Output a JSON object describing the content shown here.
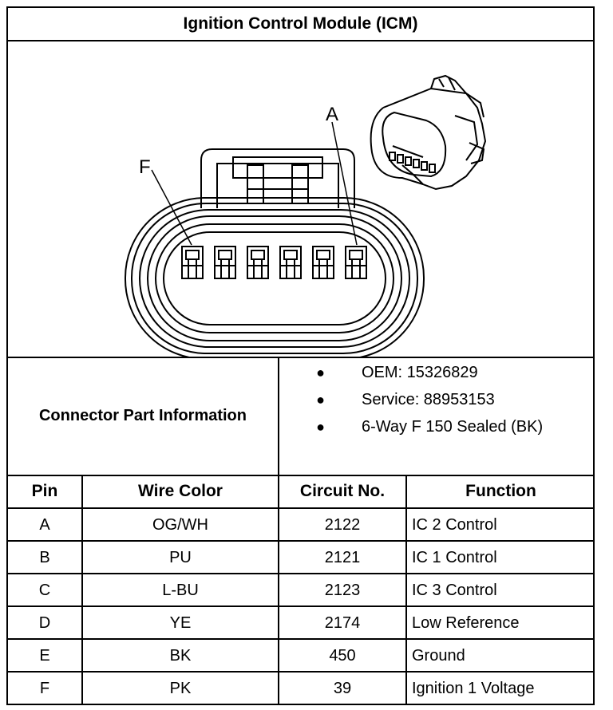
{
  "title": "Ignition Control Module (ICM)",
  "diagram": {
    "pin_labels": [
      "F",
      "A"
    ]
  },
  "connector_info": {
    "label": "Connector Part Information",
    "items": [
      "OEM: 15326829",
      "Service: 88953153",
      "6-Way F 150 Sealed (BK)"
    ]
  },
  "table": {
    "headers": [
      "Pin",
      "Wire Color",
      "Circuit No.",
      "Function"
    ],
    "rows": [
      [
        "A",
        "OG/WH",
        "2122",
        "IC 2 Control"
      ],
      [
        "B",
        "PU",
        "2121",
        "IC 1 Control"
      ],
      [
        "C",
        "L-BU",
        "2123",
        "IC 3 Control"
      ],
      [
        "D",
        "YE",
        "2174",
        "Low Reference"
      ],
      [
        "E",
        "BK",
        "450",
        "Ground"
      ],
      [
        "F",
        "PK",
        "39",
        "Ignition 1 Voltage"
      ]
    ]
  }
}
